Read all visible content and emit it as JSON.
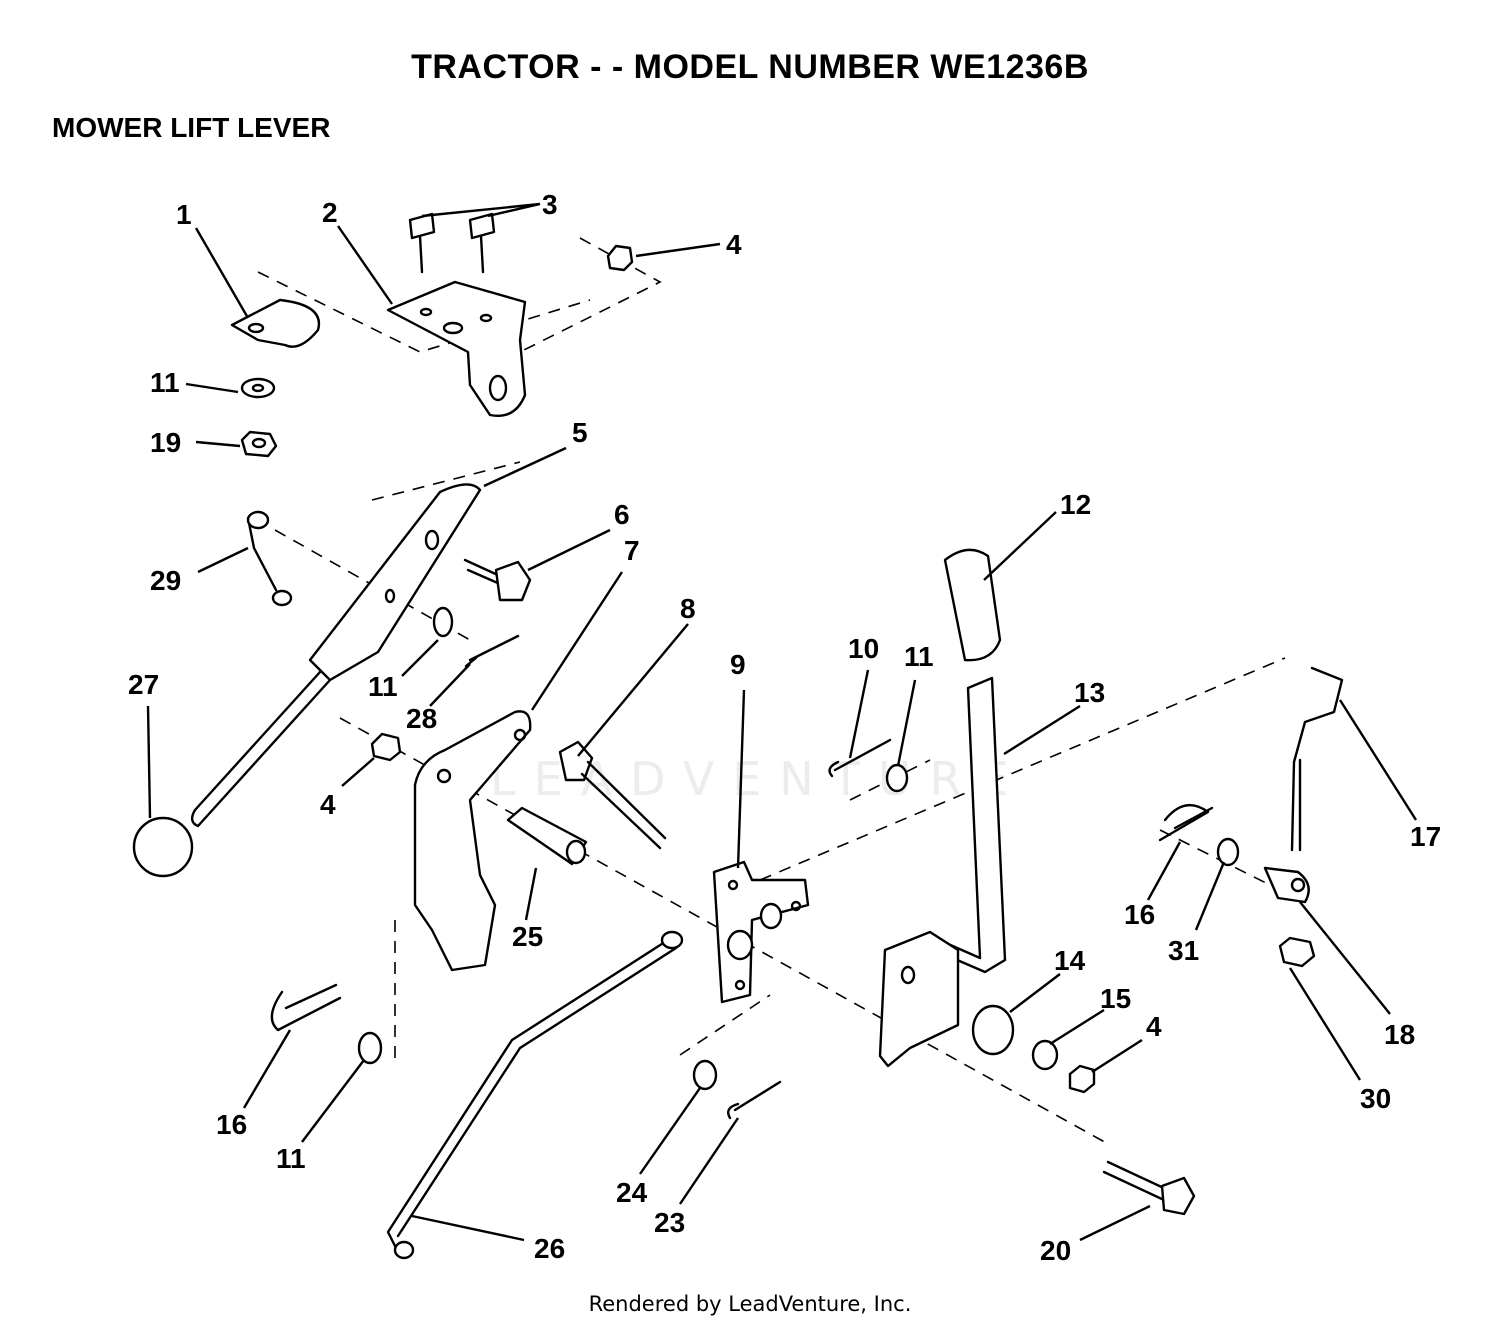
{
  "title": "TRACTOR - - MODEL NUMBER WE1236B",
  "subtitle": "MOWER LIFT LEVER",
  "watermark": "LEADVENTURE",
  "footer": "Rendered by LeadVenture, Inc.",
  "callouts": {
    "c1": "1",
    "c2": "2",
    "c3": "3",
    "c4a": "4",
    "c4b": "4",
    "c4c": "4",
    "c5": "5",
    "c6": "6",
    "c7": "7",
    "c8": "8",
    "c9": "9",
    "c10": "10",
    "c11a": "11",
    "c11b": "11",
    "c11c": "11",
    "c11d": "11",
    "c12": "12",
    "c13": "13",
    "c14": "14",
    "c15": "15",
    "c16a": "16",
    "c16b": "16",
    "c17": "17",
    "c18": "18",
    "c19": "19",
    "c20": "20",
    "c23": "23",
    "c24": "24",
    "c25": "25",
    "c26": "26",
    "c27": "27",
    "c28": "28",
    "c29": "29",
    "c30": "30",
    "c31": "31"
  }
}
